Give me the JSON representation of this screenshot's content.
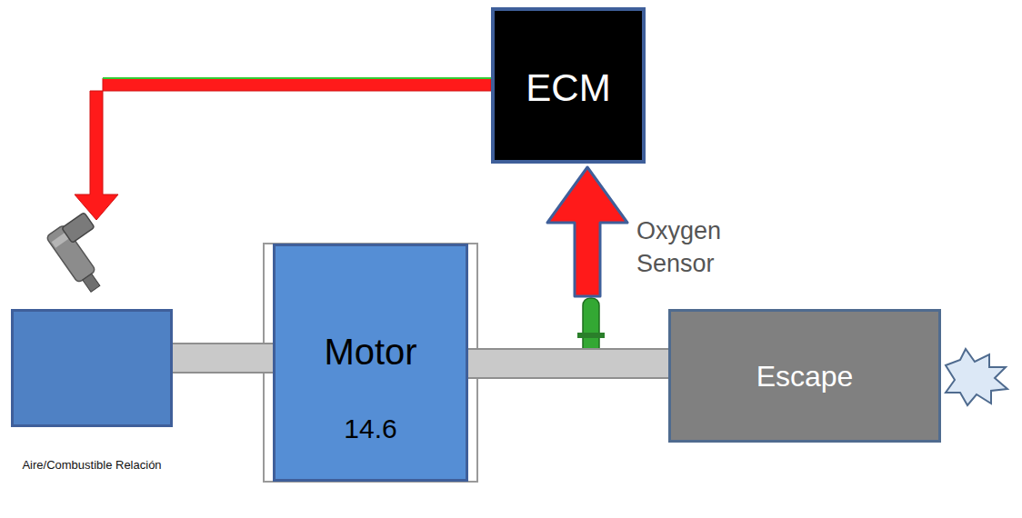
{
  "diagram": {
    "nodes": [
      {
        "text": [
          "ECM"
        ]
      },
      {
        "text": [
          "Aire/Combustible Relación"
        ]
      },
      {
        "text": [
          "Motor",
          "14.6"
        ]
      },
      {
        "text": [
          "Escape"
        ]
      }
    ],
    "edges": [
      {
        "from": 1,
        "to": 2,
        "arrow": "none"
      },
      {
        "from": 2,
        "to": 3,
        "arrow": "none"
      }
    ],
    "labels": [
      "Oxygen Sensor"
    ]
  }
}
